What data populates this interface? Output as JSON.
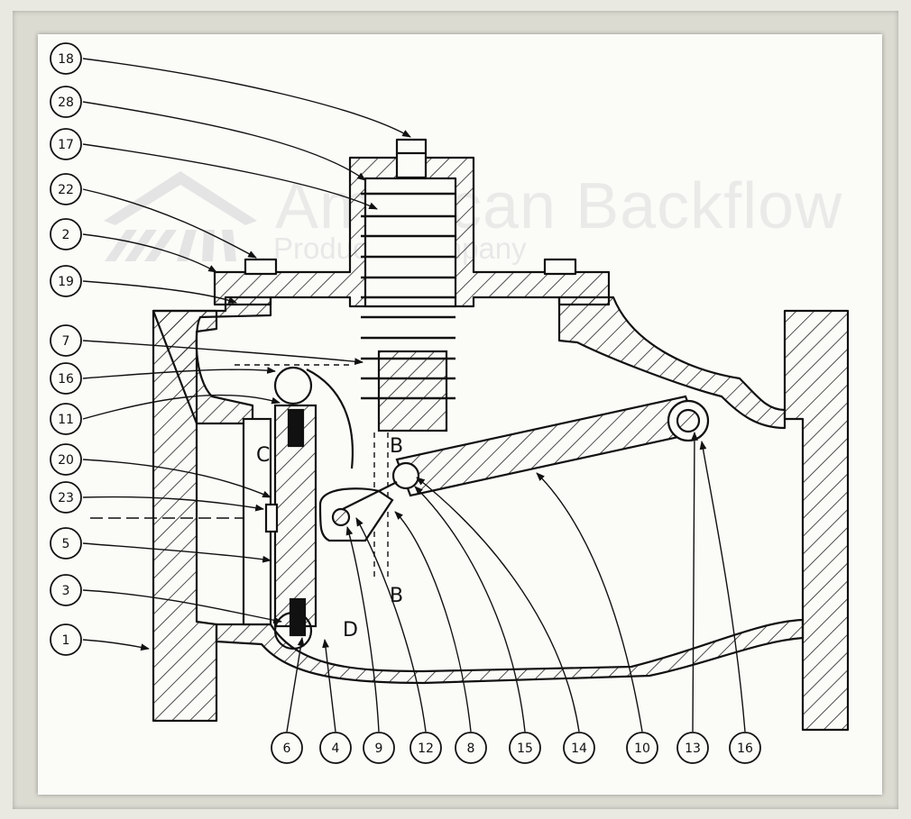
{
  "watermark": {
    "company": "American Backflow",
    "subtitle": "Products Company"
  },
  "diagram": {
    "callouts_left": [
      "18",
      "28",
      "17",
      "22",
      "2",
      "19",
      "7",
      "16",
      "11",
      "20",
      "23",
      "5",
      "3",
      "1"
    ],
    "callouts_bottom": [
      "6",
      "4",
      "9",
      "12",
      "8",
      "15",
      "14",
      "10",
      "13",
      "16"
    ],
    "zone_labels": [
      "C",
      "B",
      "B",
      "D"
    ]
  }
}
